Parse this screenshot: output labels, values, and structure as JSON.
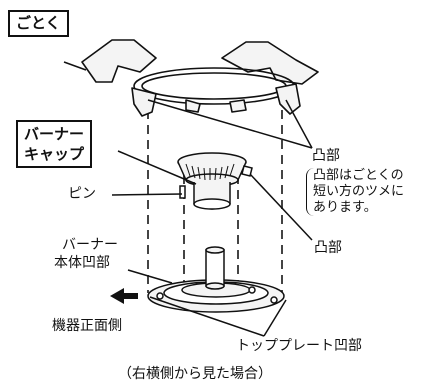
{
  "labels": {
    "gotoku": "ごとく",
    "burner_cap_line1": "バーナー",
    "burner_cap_line2": "キャップ",
    "pin": "ピン",
    "protrusion_top": "凸部",
    "protrusion_note_line1": "凸部はごとくの",
    "protrusion_note_line2": "短い方のツメに",
    "protrusion_note_line3": "あります。",
    "protrusion_cap": "凸部",
    "burner_body_recess_line1": "バーナー",
    "burner_body_recess_line2": "本体凹部",
    "device_front": "機器正面側",
    "top_plate_recess": "トッププレート凹部",
    "caption": "（右横側から見た場合）"
  },
  "icons": {
    "front_arrow": "left-arrow-icon"
  },
  "colors": {
    "line": "#111111",
    "part_fill": "#f4f4f4",
    "dashed": "#444444"
  }
}
